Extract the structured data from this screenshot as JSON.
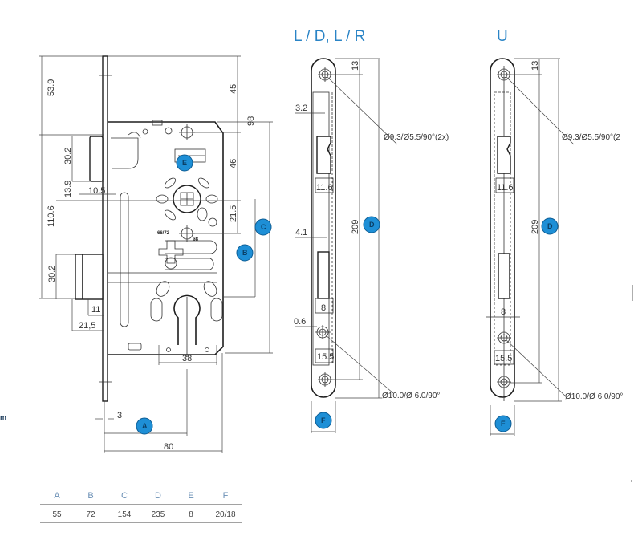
{
  "views": {
    "side": {
      "title": "L / D, L / R"
    },
    "u": {
      "title": "U"
    }
  },
  "main_dims": {
    "d53_9": "53.9",
    "d110_6": "110.6",
    "d30_2_top": "30.2",
    "d13_9": "13.9",
    "d10_5": "10.5",
    "d30_2_bot": "30.2",
    "d11": "11",
    "d21_5_left": "21,5",
    "d45": "45",
    "d98": "98",
    "d46": "46",
    "d21_5": "21.5",
    "d38": "38",
    "d3": "3",
    "d80": "80",
    "spindle_note": "66/72",
    "angle_note": "ø8"
  },
  "side_dims": {
    "d13": "13",
    "d3_2": "3.2",
    "d11_6": "11.6",
    "d209": "209",
    "d4_1": "4.1",
    "d8": "8",
    "d0_6": "0.6",
    "d15_5": "15.5",
    "note_top": "Ø9.3/Ø5.5/90°(2x)",
    "note_bottom": "Ø10.0/Ø 6.0/90°"
  },
  "u_dims": {
    "d13": "13",
    "d11_6": "11.6",
    "d209": "209",
    "d8": "8",
    "d15_5": "15.5",
    "note_top": "Ø9.3/Ø5.5/90°(2",
    "note_bottom": "Ø10.0/Ø 6.0/90°"
  },
  "badges": {
    "A": "A",
    "B": "B",
    "C": "C",
    "D": "D",
    "E": "E",
    "F": "F"
  },
  "edge_fragment": "m",
  "table": {
    "headers": [
      "A",
      "B",
      "C",
      "D",
      "E",
      "F"
    ],
    "values": [
      "55",
      "72",
      "154",
      "235",
      "8",
      "20/18"
    ]
  },
  "colors": {
    "accent": "#2a84c6",
    "badge": "#1e8fd6",
    "line": "#1e1e1e"
  }
}
